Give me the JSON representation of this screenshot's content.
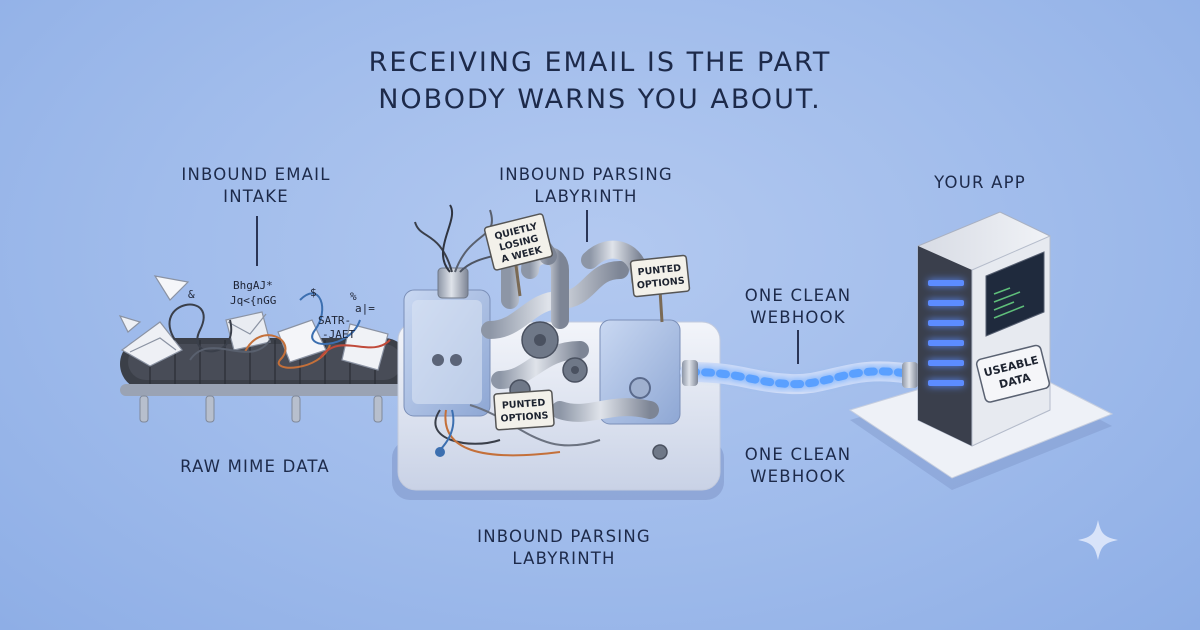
{
  "headline": {
    "line1": "RECEIVING EMAIL IS THE PART",
    "line2": "NOBODY WARNS YOU ABOUT."
  },
  "labels": {
    "intake": [
      "INBOUND EMAIL",
      "INTAKE"
    ],
    "labyrinth_top": [
      "INBOUND PARSING",
      "LABYRINTH"
    ],
    "your_app": "YOUR APP",
    "webhook_top": [
      "ONE CLEAN",
      "WEBHOOK"
    ],
    "raw_mime": "RAW MIME DATA",
    "webhook_bottom": [
      "ONE CLEAN",
      "WEBHOOK"
    ],
    "labyrinth_bottom": [
      "INBOUND PARSING",
      "LABYRINTH"
    ]
  },
  "signs": {
    "quietly": [
      "QUIETLY",
      "LOSING",
      "A WEEK"
    ],
    "punted_top": [
      "PUNTED",
      "OPTIONS"
    ],
    "punted_bottom": [
      "PUNTED",
      "OPTIONS"
    ],
    "useable": [
      "USEABLE",
      "DATA"
    ]
  },
  "scatter_text": [
    "BhgAJ*",
    "Jq<{nGG",
    "SATR-",
    "-JAET",
    "&",
    "$",
    "%",
    "a|="
  ],
  "colors": {
    "background": "#9fbbeb",
    "text": "#1d2a4a",
    "webhook_glow": "#5aa0ff",
    "server_light": "#5b8cff"
  }
}
